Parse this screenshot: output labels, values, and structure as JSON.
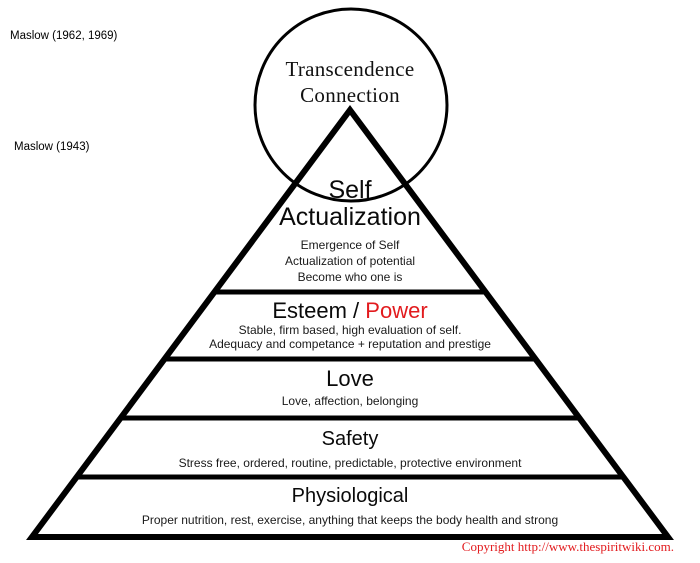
{
  "colors": {
    "red": "#e21b1e",
    "black": "#000000"
  },
  "side_labels": {
    "maslow_later": "Maslow (1962, 1969)",
    "maslow_early": "Maslow (1943)"
  },
  "circle": {
    "line1": "Transcendence",
    "line2": "Connection"
  },
  "pyramid": {
    "levels": [
      {
        "name": "self-actualization",
        "title_line1": "Self",
        "title_line2": "Actualization",
        "desc1": "Emergence of Self",
        "desc2": "Actualization of potential",
        "desc3": "Become who one is"
      },
      {
        "name": "esteem-power",
        "title_black": "Esteem / ",
        "title_red": "Power",
        "desc1": "Stable, firm based, high evaluation of self.",
        "desc2": "Adequacy and competance + reputation and prestige"
      },
      {
        "name": "love",
        "title": "Love",
        "desc1": "Love, affection, belonging"
      },
      {
        "name": "safety",
        "title": "Safety",
        "desc1": "Stress free, ordered, routine, predictable, protective environment"
      },
      {
        "name": "physiological",
        "title": "Physiological",
        "desc1": "Proper nutrition, rest, exercise, anything that keeps the body health and strong"
      }
    ]
  },
  "footer": {
    "copyright": "Copyright http://www.thespiritwiki.com."
  }
}
